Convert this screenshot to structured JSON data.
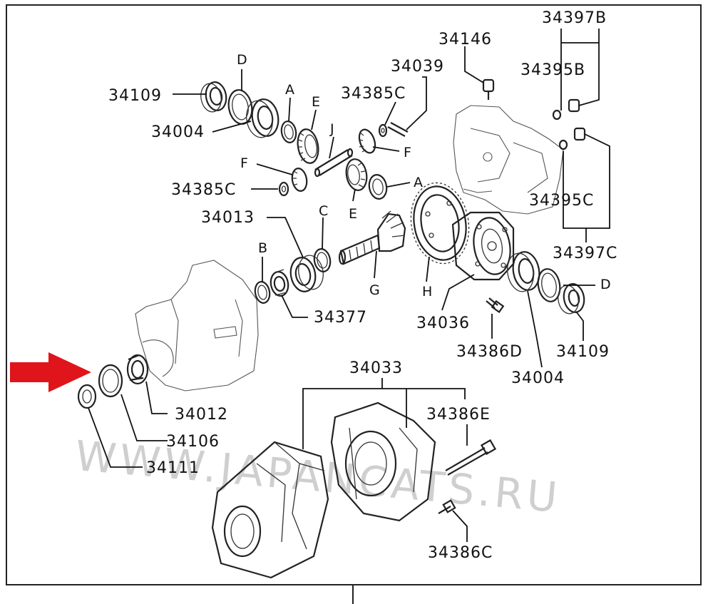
{
  "watermark": "WWW.JAPANCATS.RU",
  "labels": {
    "p34146": "34146",
    "p34397B": "34397B",
    "p34395B": "34395B",
    "p34039": "34039",
    "p34385C_top": "34385C",
    "p34109_top": "34109",
    "p34004_top": "34004",
    "p34385C_mid": "34385C",
    "p34395C": "34395C",
    "p34013": "34013",
    "p34397C": "34397C",
    "p34377": "34377",
    "p34036": "34036",
    "p34386D": "34386D",
    "p34109_right": "34109",
    "p34004_right": "34004",
    "p34033": "34033",
    "p34012": "34012",
    "p34106": "34106",
    "p34111": "34111",
    "p34386E": "34386E",
    "p34386C": "34386C"
  },
  "letters": {
    "D_top": "D",
    "A_top": "A",
    "E_top": "E",
    "J": "J",
    "F_left": "F",
    "F_right": "F",
    "E_mid": "E",
    "A_mid": "A",
    "C": "C",
    "B": "B",
    "G": "G",
    "H": "H",
    "D_right": "D"
  },
  "colors": {
    "pointer_arrow": "#e0141b",
    "ink": "#222222",
    "watermark": "#cfcfcf"
  },
  "icons": {
    "pointer": "red-arrow-right-icon"
  }
}
